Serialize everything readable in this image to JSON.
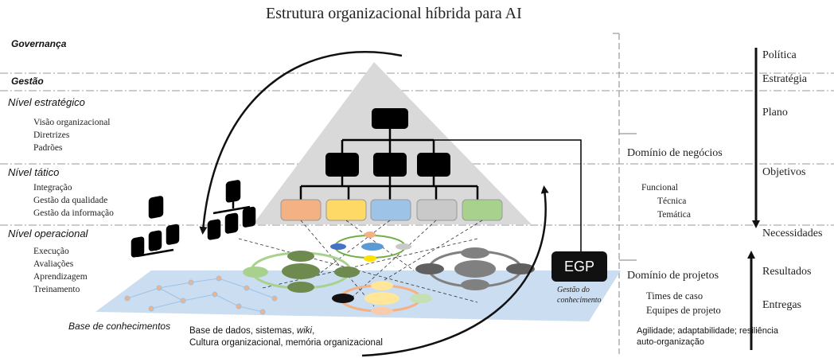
{
  "title": "Estrutura organizacional híbrida para AI",
  "levels": {
    "governanca": "Governança",
    "gestao": "Gestão",
    "estrategico": {
      "label": "Nível estratégico",
      "items": [
        "Visão organizacional",
        "Diretrizes",
        "Padrões"
      ]
    },
    "tatico": {
      "label": "Nível tático",
      "items": [
        "Integração",
        "Gestão da qualidade",
        "Gestão da informação"
      ]
    },
    "operacional": {
      "label": "Nível operacional",
      "items": [
        "Execução",
        "Avaliações",
        "Aprendizagem",
        "Treinamento"
      ]
    }
  },
  "base": {
    "label": "Base de conhecimentos",
    "line1_prefix": "Base de dados, sistemas, ",
    "line1_italic": "wiki",
    "line1_suffix": ",",
    "line2": "Cultura organizacional, memória organizacional"
  },
  "egp": {
    "label": "EGP",
    "caption_line1": "Gestão do",
    "caption_line2": "conhecimento"
  },
  "domains": {
    "negocios": "Domínio de negócios",
    "negocios_items": [
      "Funcional",
      "Técnica",
      "Temática"
    ],
    "projetos": "Domínio de projetos",
    "projetos_items": [
      "Times de caso",
      "Equipes de projeto"
    ],
    "projetos_notes": [
      "Agilidade; adaptabilidade; resiliência",
      "auto-organização"
    ]
  },
  "flow": {
    "down": [
      "Política",
      "Estratégia",
      "Plano",
      "Objetivos",
      "Necessidades"
    ],
    "up": [
      "Resultados",
      "Entregas"
    ]
  },
  "colors": {
    "pyramid": "#d9d9d9",
    "board": "#c5d9ee",
    "box_orange": "#f4b183",
    "box_yellow": "#ffd966",
    "box_blue": "#9dc3e6",
    "box_gray": "#c9c9c9",
    "box_green": "#a9d18e",
    "node_orange": "#f4b183"
  }
}
